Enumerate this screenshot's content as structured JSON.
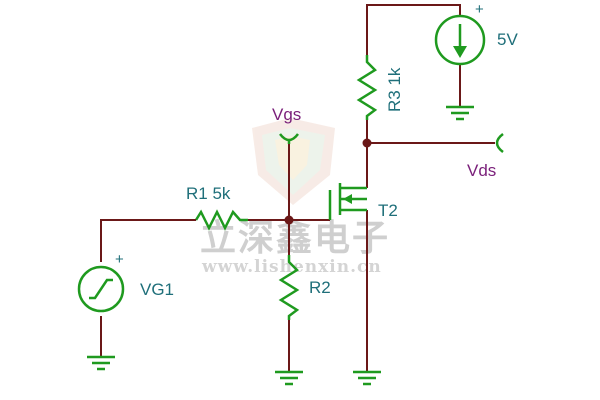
{
  "watermark": {
    "chinese": "立深鑫电子",
    "url": "www.lishenxin.cn"
  },
  "components": {
    "vg1": {
      "name": "VG1",
      "plus": "+"
    },
    "r1": {
      "name": "R1 5k"
    },
    "r2": {
      "name": "R2"
    },
    "r3": {
      "name": "R3 1k"
    },
    "t2": {
      "name": "T2"
    },
    "supply": {
      "name": "5V",
      "plus": "+"
    }
  },
  "probes": {
    "vgs": "Vgs",
    "vds": "Vds"
  },
  "colors": {
    "wire": "#6b1818",
    "component": "#1f9a1f",
    "label": "#1f6f7a",
    "probe_label": "#7a1f7a",
    "watermark": "#cfcfcf"
  }
}
